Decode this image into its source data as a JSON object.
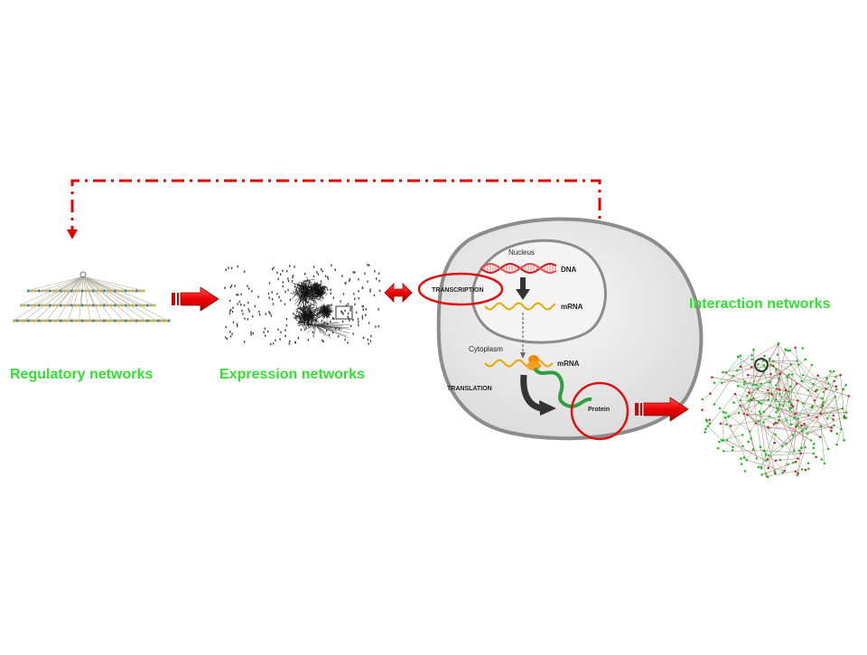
{
  "labels": {
    "regulatory": "Regulatory networks",
    "expression": "Expression networks",
    "interaction": "Interaction networks"
  },
  "cell": {
    "nucleus": "Nucleus",
    "dna": "DNA",
    "mrna_nucleus": "mRNA",
    "transcription": "TRANSCRIPTION",
    "cytoplasm": "Cytoplasm",
    "mrna_cytoplasm": "mRNA",
    "translation": "TRANSLATION",
    "protein": "Protein"
  },
  "colors": {
    "label_green": "#33dd33",
    "arrow_red": "#ee1111",
    "dash_red": "#dd0000",
    "cell_gray": "#e6e6e6",
    "cell_border": "#8c8c8c"
  }
}
